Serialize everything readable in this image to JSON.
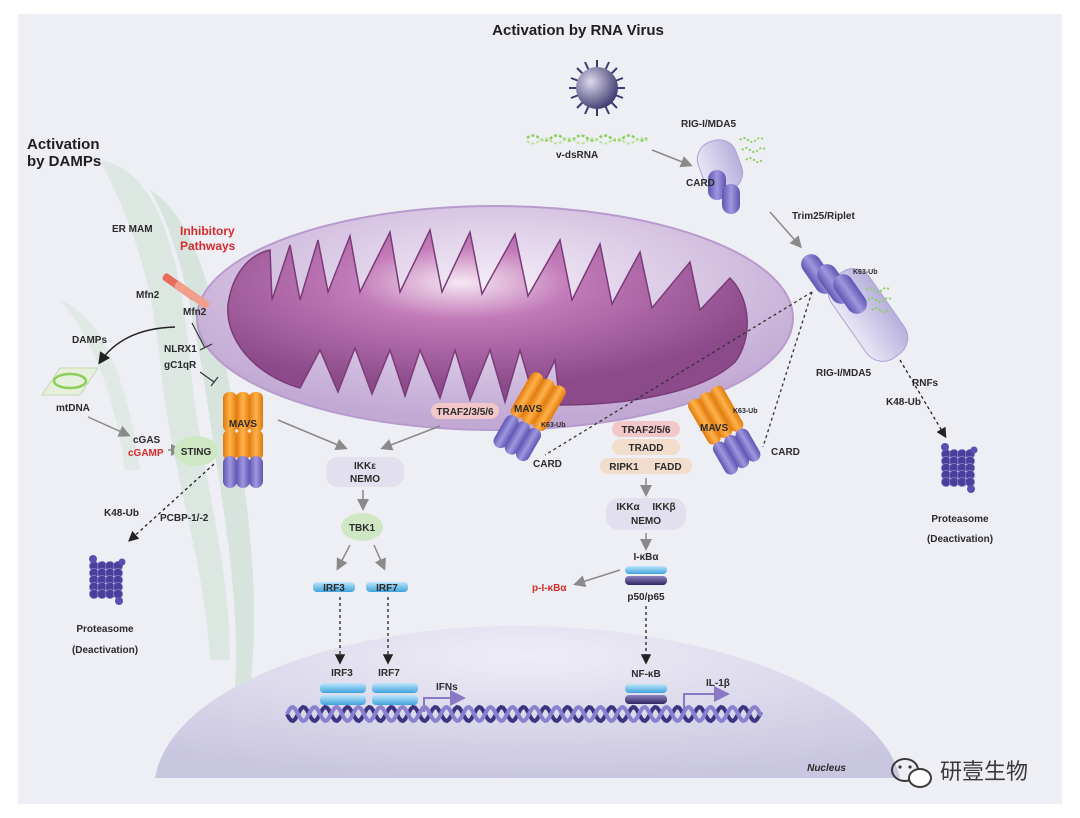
{
  "titles": {
    "rna_virus": "Activation by RNA Virus",
    "damps_line1": "Activation",
    "damps_line2": "by DAMPs",
    "inhibitory_line1": "Inhibitory",
    "inhibitory_line2": "Pathways"
  },
  "labels": {
    "er_mam": "ER MAM",
    "mfn2_a": "Mfn2",
    "mfn2_b": "Mfn2",
    "damps": "DAMPs",
    "nlrx1": "NLRX1",
    "gc1qr": "gC1qR",
    "mtdna": "mtDNA",
    "cgas": "cGAS",
    "cgamp": "cGAMP",
    "sting": "STING",
    "mavs_left": "MAVS",
    "mavs_center": "MAVS",
    "mavs_right": "MAVS",
    "k63_center": "K63-Ub",
    "k63_right": "K63-Ub",
    "k63_rig": "K63-Ub",
    "card_center": "CARD",
    "card_right": "CARD",
    "card_rig": "CARD",
    "k48_left": "K48-Ub",
    "pcbp": "PCBP-1/-2",
    "proteasome_left": "Proteasome",
    "deactivation_left": "(Deactivation)",
    "v_dsrna": "v-dsRNA",
    "rig_mda5_top": "RIG-I/MDA5",
    "trim25": "Trim25/Riplet",
    "rig_mda5_right": "RIG-I/MDA5",
    "rnfs": "RNFs",
    "k48_right": "K48-Ub",
    "proteasome_right": "Proteasome",
    "deactivation_right": "(Deactivation)",
    "traf_left": "TRAF2/3/5/6",
    "traf_right": "TRAF2/5/6",
    "tradd": "TRADD",
    "ripk1": "RIPK1",
    "fadd": "FADD",
    "ikke": "IKKε",
    "nemo_left": "NEMO",
    "tbk1": "TBK1",
    "irf3_top": "IRF3",
    "irf7_top": "IRF7",
    "irf3_bottom": "IRF3",
    "irf7_bottom": "IRF7",
    "ifns": "IFNs",
    "ikka": "IKKα",
    "ikkb": "IKKβ",
    "nemo_right": "NEMO",
    "ikba": "I-κBα",
    "p_ikba": "p-I-κBα",
    "p50p65": "p50/p65",
    "nfkb": "NF-κB",
    "il1b": "IL-1β",
    "nucleus": "Nucleus",
    "watermark": "研壹生物"
  },
  "colors": {
    "mito_outer": "#c9b6d8",
    "mito_inner": "#a8669f",
    "mavs": "#f39419",
    "card": "#7f74c9",
    "inhibitory": "#d42b2b",
    "nucleus": "#dcdaeb",
    "traf_bg": "#f2c7c9",
    "tradd_bg": "#f2dccb",
    "ikk_bg": "#e2e0ee",
    "tbk1_bg": "#cfe8c4",
    "rna": "#8ccf5c"
  }
}
